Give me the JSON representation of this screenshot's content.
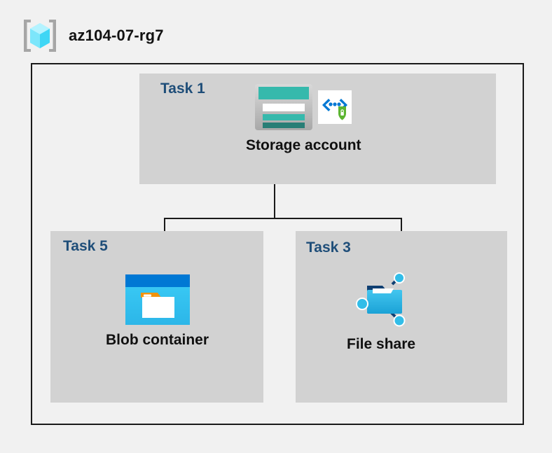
{
  "header": {
    "resource_group_name": "az104-07-rg7",
    "icon": "resource-group-icon"
  },
  "colors": {
    "background": "#f1f1f1",
    "panel_fill": "#d2d2d2",
    "boundary_stroke": "#1a1a1a",
    "task_label": "#1f4e79",
    "caption": "#101010",
    "storage_teal": "#36b9ac",
    "storage_teal_dark": "#287e76",
    "blob_blue": "#0078d4",
    "blob_cyan": "#32c5f4",
    "blob_orange": "#f2930d",
    "fileshare_cyan": "#32bde8",
    "fileshare_navy": "#0f3f72",
    "shield_green": "#5cb531",
    "chevron_blue": "#0078d4"
  },
  "diagram": {
    "type": "azure-architecture",
    "boundary_label": "az104-07-rg7",
    "nodes": [
      {
        "id": "storage-account",
        "task": "Task 1",
        "caption": "Storage account",
        "icons": [
          "storage-account-icon",
          "secure-endpoint-icon"
        ]
      },
      {
        "id": "blob-container",
        "task": "Task 5",
        "caption": "Blob container",
        "icons": [
          "blob-container-icon"
        ]
      },
      {
        "id": "file-share",
        "task": "Task 3",
        "caption": "File share",
        "icons": [
          "file-share-icon"
        ]
      }
    ],
    "connections": [
      {
        "from": "storage-account",
        "to": "blob-container"
      },
      {
        "from": "storage-account",
        "to": "file-share"
      }
    ]
  }
}
